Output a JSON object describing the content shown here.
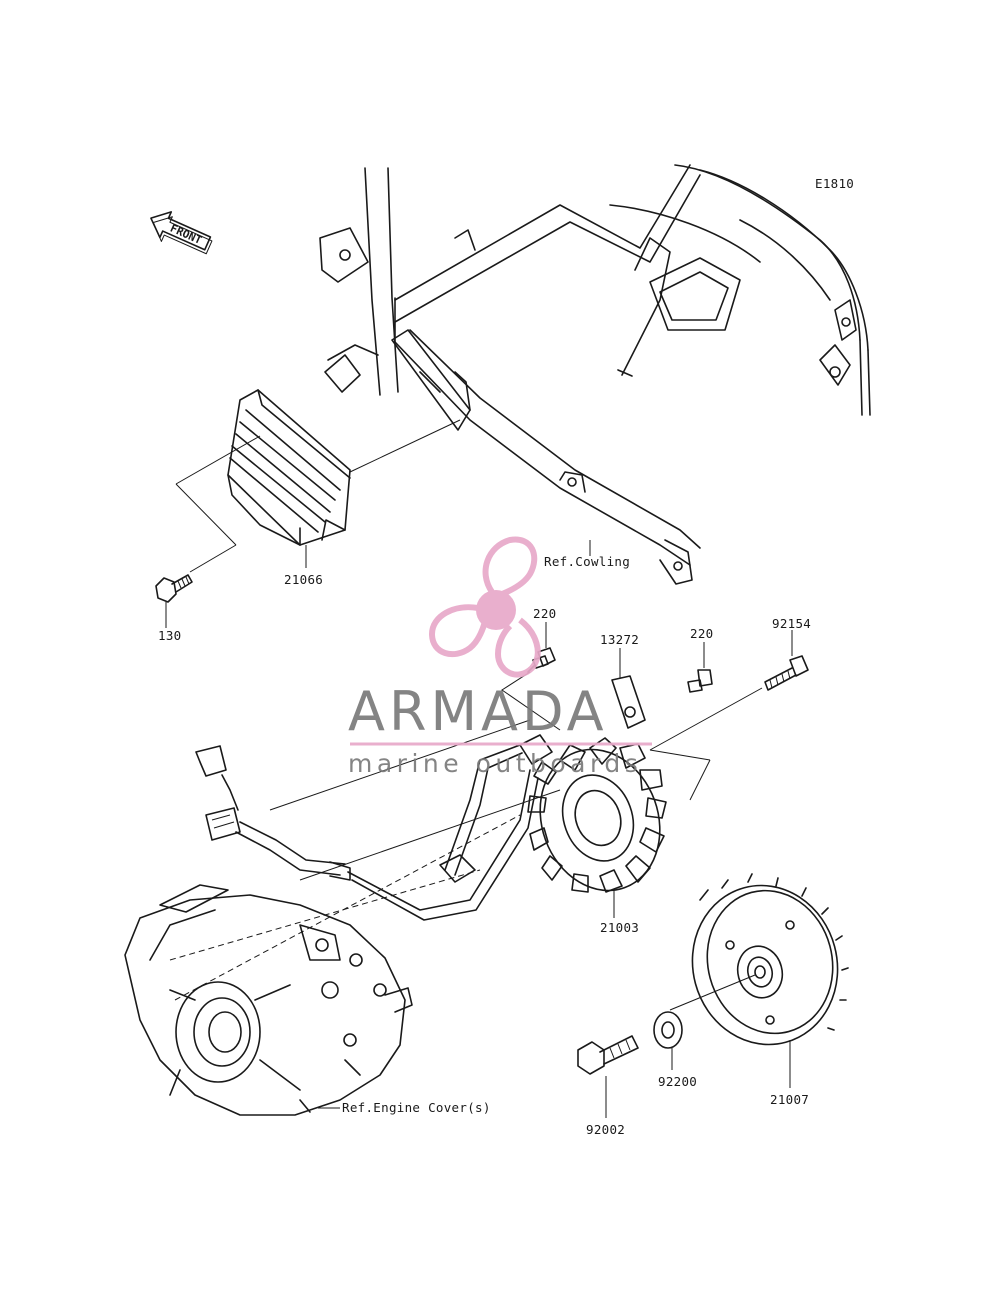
{
  "diagram_code": "E1810",
  "front_arrow": {
    "text": "FRONT"
  },
  "watermark": {
    "title": "ARMADA",
    "subtitle": "marine outboards",
    "accent_color": "#e8a9c9",
    "text_color": "#7a7a7a"
  },
  "parts": [
    {
      "number": "21066"
    },
    {
      "number": "130"
    },
    {
      "number": "220"
    },
    {
      "number": "13272"
    },
    {
      "number": "220"
    },
    {
      "number": "92154"
    },
    {
      "number": "21003"
    },
    {
      "number": "21007"
    },
    {
      "number": "92200"
    },
    {
      "number": "92002"
    }
  ],
  "references": [
    {
      "text": "Ref.Cowling"
    },
    {
      "text": "Ref.Engine Cover(s)"
    }
  ]
}
